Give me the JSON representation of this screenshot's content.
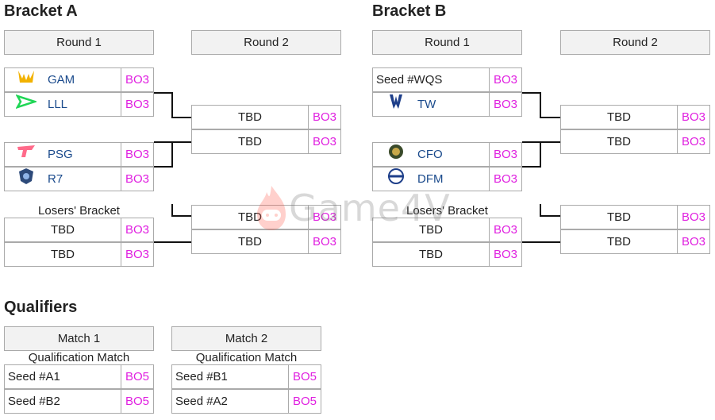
{
  "bracket_a": {
    "title": "Bracket A",
    "round1_label": "Round 1",
    "round2_label": "Round 2",
    "r1_match1": [
      {
        "team": "GAM",
        "score": "BO3",
        "logo": "gam-logo-icon"
      },
      {
        "team": "LLL",
        "score": "BO3",
        "logo": "lll-logo-icon"
      }
    ],
    "r1_match2": [
      {
        "team": "PSG",
        "score": "BO3",
        "logo": "psg-logo-icon"
      },
      {
        "team": "R7",
        "score": "BO3",
        "logo": "r7-logo-icon"
      }
    ],
    "r2_match1": [
      {
        "team": "TBD",
        "score": "BO3"
      },
      {
        "team": "TBD",
        "score": "BO3"
      }
    ],
    "losers_label": "Losers' Bracket",
    "losers_match": [
      {
        "team": "TBD",
        "score": "BO3"
      },
      {
        "team": "TBD",
        "score": "BO3"
      }
    ],
    "r2_match2": [
      {
        "team": "TBD",
        "score": "BO3"
      },
      {
        "team": "TBD",
        "score": "BO3"
      }
    ]
  },
  "bracket_b": {
    "title": "Bracket B",
    "round1_label": "Round 1",
    "round2_label": "Round 2",
    "r1_match1": [
      {
        "team": "Seed #WQS",
        "score": "BO3"
      },
      {
        "team": "TW",
        "score": "BO3",
        "logo": "tw-logo-icon"
      }
    ],
    "r1_match2": [
      {
        "team": "CFO",
        "score": "BO3",
        "logo": "cfo-logo-icon"
      },
      {
        "team": "DFM",
        "score": "BO3",
        "logo": "dfm-logo-icon"
      }
    ],
    "r2_match1": [
      {
        "team": "TBD",
        "score": "BO3"
      },
      {
        "team": "TBD",
        "score": "BO3"
      }
    ],
    "losers_label": "Losers' Bracket",
    "losers_match": [
      {
        "team": "TBD",
        "score": "BO3"
      },
      {
        "team": "TBD",
        "score": "BO3"
      }
    ],
    "r2_match2": [
      {
        "team": "TBD",
        "score": "BO3"
      },
      {
        "team": "TBD",
        "score": "BO3"
      }
    ]
  },
  "qualifiers": {
    "title": "Qualifiers",
    "match1_label": "Match 1",
    "match2_label": "Match 2",
    "sub_label_1": "Qualification Match",
    "sub_label_2": "Qualification Match",
    "match1": [
      {
        "team": "Seed #A1",
        "score": "BO5"
      },
      {
        "team": "Seed #B2",
        "score": "BO5"
      }
    ],
    "match2": [
      {
        "team": "Seed #B1",
        "score": "BO5"
      },
      {
        "team": "Seed #A2",
        "score": "BO5"
      }
    ]
  },
  "watermark": {
    "text": "Game4V",
    "icon": "flame-gamepad-icon"
  },
  "colors": {
    "score": "#e020e0",
    "team_link": "#1a4a8c",
    "header_bg": "#f2f2f2",
    "border": "#aaaaaa",
    "connector": "#111111"
  }
}
